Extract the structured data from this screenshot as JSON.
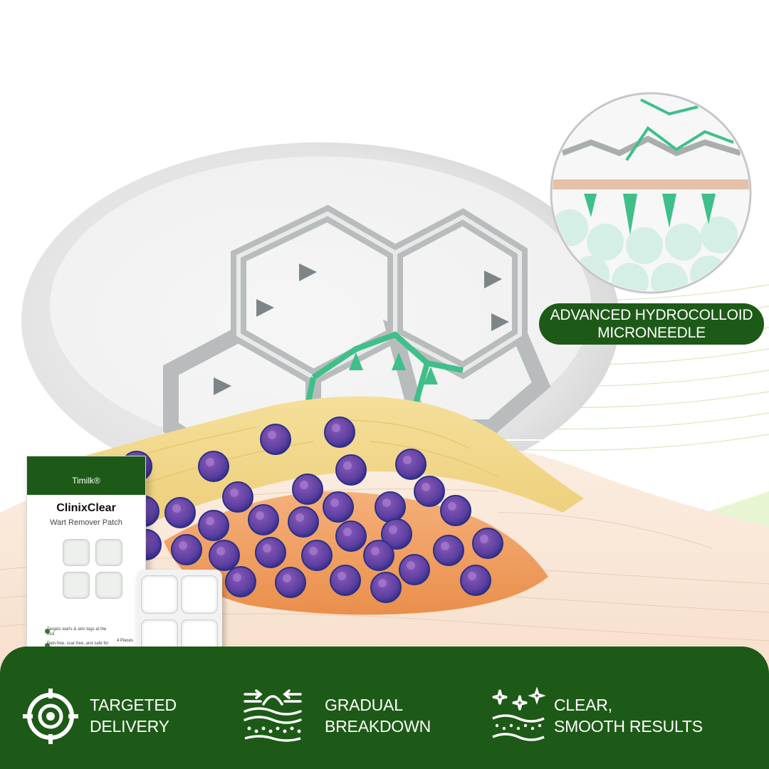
{
  "callout": {
    "line1": "ADVANCED HYDROCOLLOID",
    "line2": "MICRONEEDLE"
  },
  "package": {
    "brand": "Timilk®",
    "name": "ClinixClear",
    "subtitle": "Wart Remover Patch",
    "bullet1": "Targets warts & skin tags at the root",
    "bullet2": "Pain-free, scar-free, and safe for all skin types",
    "count": "4 Pieces"
  },
  "features": [
    {
      "line1": "TARGETED",
      "line2": "DELIVERY",
      "icon": "target-icon"
    },
    {
      "line1": "GRADUAL",
      "line2": "BREAKDOWN",
      "icon": "skin-layers-icon"
    },
    {
      "line1": "CLEAR,",
      "line2": "SMOOTH RESULTS",
      "icon": "sparkle-skin-icon"
    }
  ],
  "colors": {
    "brand_green": "#1d5a17",
    "accent_mint": "#3fbf8a",
    "cell_purple": "#5b3fa0",
    "skin_yellow": "#f1d98f",
    "skin_orange": "#f0a05a"
  }
}
